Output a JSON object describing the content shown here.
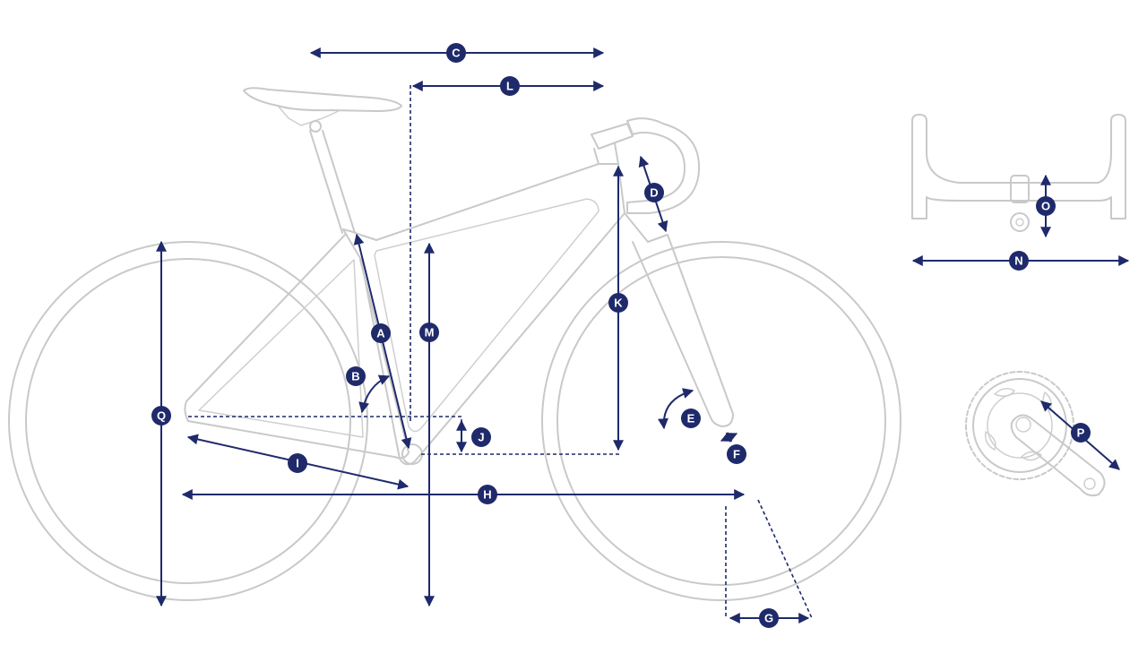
{
  "colors": {
    "accent": "#1f2a6b",
    "outline": "#c9c9c9",
    "background": "#ffffff",
    "badge_text": "#ffffff"
  },
  "labels": {
    "A": "A",
    "B": "B",
    "C": "C",
    "D": "D",
    "E": "E",
    "F": "F",
    "G": "G",
    "H": "H",
    "I": "I",
    "J": "J",
    "K": "K",
    "L": "L",
    "M": "M",
    "N": "N",
    "O": "O",
    "P": "P",
    "Q": "Q"
  }
}
